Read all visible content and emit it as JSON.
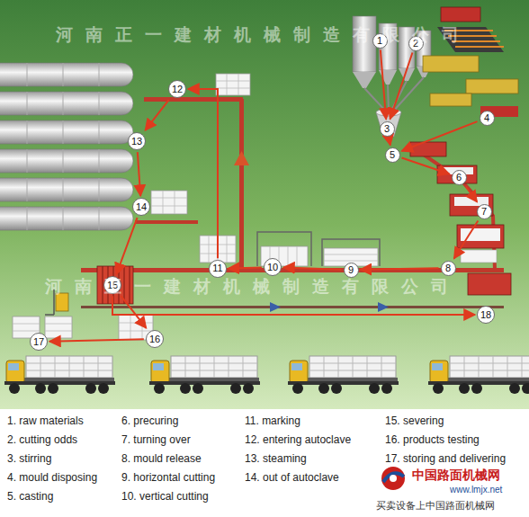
{
  "diagram": {
    "nodes": [
      {
        "text": [
          "1"
        ]
      },
      {
        "text": [
          "2"
        ]
      },
      {
        "text": [
          "3"
        ]
      },
      {
        "text": [
          "4"
        ]
      },
      {
        "text": [
          "5"
        ]
      },
      {
        "text": [
          "6"
        ]
      },
      {
        "text": [
          "7"
        ]
      },
      {
        "text": [
          "8"
        ]
      },
      {
        "text": [
          "9"
        ]
      },
      {
        "text": [
          "10"
        ]
      },
      {
        "text": [
          "11"
        ]
      },
      {
        "text": [
          "12"
        ]
      },
      {
        "text": [
          "13"
        ]
      },
      {
        "text": [
          "14"
        ]
      },
      {
        "text": [
          "15"
        ]
      },
      {
        "text": [
          "16"
        ]
      },
      {
        "text": [
          "17"
        ]
      },
      {
        "text": [
          "18"
        ]
      }
    ],
    "edges": [
      {
        "from": 1,
        "to": 2,
        "arrow": "to"
      },
      {
        "from": 0,
        "to": 2,
        "arrow": "to"
      },
      {
        "from": 2,
        "to": 4,
        "arrow": "to"
      },
      {
        "from": 3,
        "to": 4,
        "arrow": "to"
      },
      {
        "from": 4,
        "to": 5,
        "arrow": "to"
      },
      {
        "from": 5,
        "to": 6,
        "arrow": "to"
      },
      {
        "from": 6,
        "to": 7,
        "arrow": "to"
      },
      {
        "from": 7,
        "to": 8,
        "arrow": "to"
      },
      {
        "from": 8,
        "to": 9,
        "arrow": "to"
      },
      {
        "from": 9,
        "to": 10,
        "arrow": "to"
      },
      {
        "from": 10,
        "to": 11,
        "arrow": "to"
      },
      {
        "from": 11,
        "to": 12,
        "arrow": "to"
      },
      {
        "from": 12,
        "to": 13,
        "arrow": "to"
      },
      {
        "from": 13,
        "to": 14,
        "arrow": "to"
      },
      {
        "from": 14,
        "to": 15,
        "arrow": "to"
      },
      {
        "from": 15,
        "to": 16,
        "arrow": "to"
      },
      {
        "from": 14,
        "to": 17,
        "arrow": "to"
      }
    ],
    "labels": [
      "河南正一建材机械制造有限公司",
      "河南正一建材机械制造有限公司",
      "1. raw materials",
      "2. cutting odds",
      "3. stirring",
      "4. mould disposing",
      "5. casting",
      "6. precuring",
      "7. turning over",
      "8. mould release",
      "9. horizontal cutting",
      "10. vertical cutting",
      "11. marking",
      "12. entering autoclave",
      "13. steaming",
      "14. out of autoclave",
      "15. severing",
      "16. products testing",
      "17. storing and delivering",
      "中国路面机械网",
      "www.lmjx.net",
      "买卖设备上中国路面机械网"
    ]
  }
}
